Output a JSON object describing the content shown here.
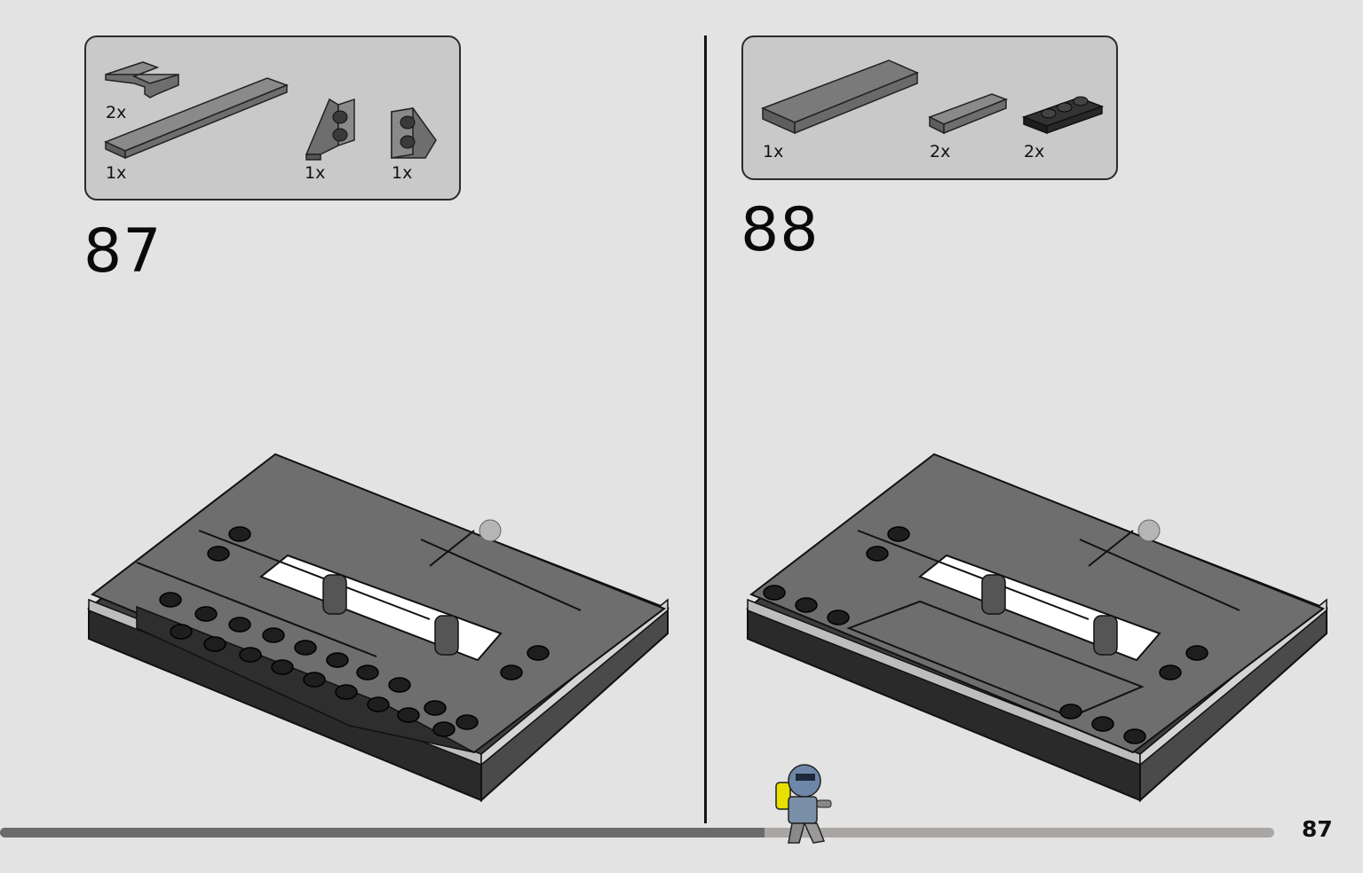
{
  "page": {
    "number": "87",
    "progress_fraction": 0.6
  },
  "colors": {
    "background": "#e3e3e3",
    "parts_box": "#c9c9c9",
    "dark_bluish_gray": "#6e6e6e",
    "black_brick": "#2e2e2e",
    "progress_done": "#6b6b6b",
    "progress_remaining": "#aaa6a3"
  },
  "steps": [
    {
      "number": "87",
      "parts": [
        {
          "name": "plate-2x2-corner-icon",
          "qty": "2x"
        },
        {
          "name": "tile-1x8-icon",
          "qty": "1x"
        },
        {
          "name": "wedge-plate-2x3-right-icon",
          "qty": "1x"
        },
        {
          "name": "wedge-plate-2x3-left-icon",
          "qty": "1x"
        }
      ]
    },
    {
      "number": "88",
      "parts": [
        {
          "name": "tile-2x6-icon",
          "qty": "1x"
        },
        {
          "name": "tile-1x4-icon",
          "qty": "2x"
        },
        {
          "name": "plate-1x3-black-icon",
          "qty": "2x"
        }
      ]
    }
  ]
}
